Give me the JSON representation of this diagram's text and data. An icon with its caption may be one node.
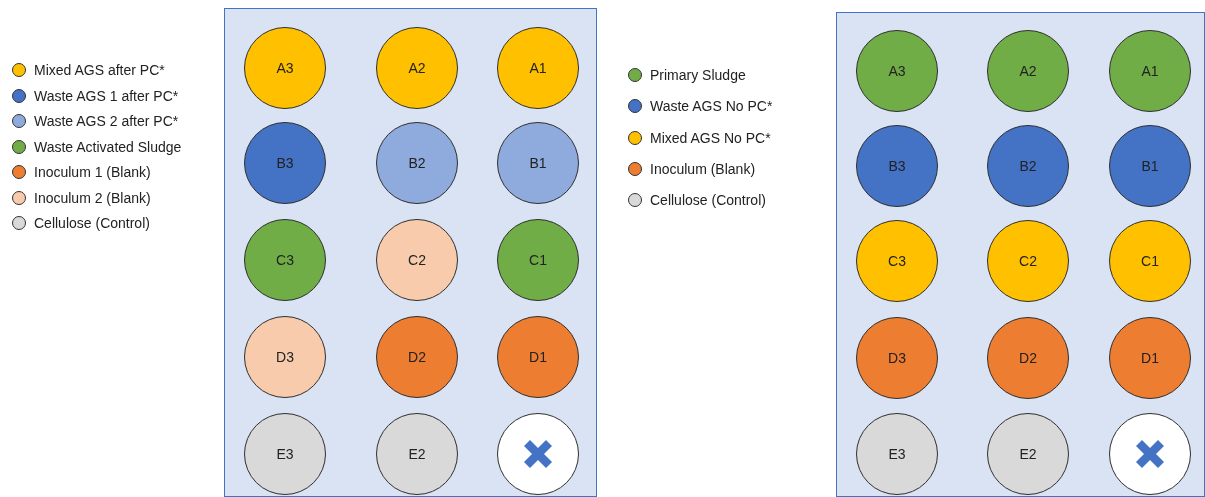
{
  "diagram": {
    "nodes": [
      {
        "text": [],
        "shape": "box"
      },
      {
        "text": [
          "A3"
        ],
        "in": 0
      },
      {
        "text": [
          "A2"
        ],
        "in": 0
      },
      {
        "text": [
          "A1"
        ],
        "in": 0
      },
      {
        "text": [
          "B3"
        ],
        "in": 0
      },
      {
        "text": [
          "B2"
        ],
        "in": 0
      },
      {
        "text": [
          "B1"
        ],
        "in": 0
      },
      {
        "text": [
          "C3"
        ],
        "in": 0
      },
      {
        "text": [
          "C2"
        ],
        "in": 0
      },
      {
        "text": [
          "C1"
        ],
        "in": 0
      },
      {
        "text": [
          "D3"
        ],
        "in": 0
      },
      {
        "text": [
          "D2"
        ],
        "in": 0
      },
      {
        "text": [
          "D1"
        ],
        "in": 0
      },
      {
        "text": [
          "E3"
        ],
        "in": 0
      },
      {
        "text": [
          "E2"
        ],
        "in": 0
      },
      {
        "text": [],
        "shape": "circle",
        "in": 0
      },
      {
        "text": [],
        "shape": "box"
      },
      {
        "text": [
          "A3"
        ],
        "in": 16
      },
      {
        "text": [
          "A2"
        ],
        "in": 16
      },
      {
        "text": [
          "A1"
        ],
        "in": 16
      },
      {
        "text": [
          "B3"
        ],
        "in": 16
      },
      {
        "text": [
          "B2"
        ],
        "in": 16
      },
      {
        "text": [
          "B1"
        ],
        "in": 16
      },
      {
        "text": [
          "C3"
        ],
        "in": 16
      },
      {
        "text": [
          "C2"
        ],
        "in": 16
      },
      {
        "text": [
          "C1"
        ],
        "in": 16
      },
      {
        "text": [
          "D3"
        ],
        "in": 16
      },
      {
        "text": [
          "D2"
        ],
        "in": 16
      },
      {
        "text": [
          "D1"
        ],
        "in": 16
      },
      {
        "text": [
          "E3"
        ],
        "in": 16
      },
      {
        "text": [
          "E2"
        ],
        "in": 16
      },
      {
        "text": [],
        "shape": "circle",
        "in": 16
      }
    ],
    "legend": [
      {
        "text": "Mixed AGS after PC*",
        "color": "#ffc000"
      },
      {
        "text": "Waste AGS 1 after PC*",
        "color": "#4472c4"
      },
      {
        "text": "Waste AGS 2 after PC*",
        "color": "#8faadc"
      },
      {
        "text": "Waste Activated Sludge",
        "color": "#70ad47"
      },
      {
        "text": "Inoculum 1 (Blank)",
        "color": "#ed7d31"
      },
      {
        "text": "Inoculum 2 (Blank)",
        "color": "#f8cbad"
      },
      {
        "text": "Cellulose (Control)",
        "color": "#d9d9d9"
      },
      {
        "text": "Primary Sludge",
        "color": "#70ad47"
      },
      {
        "text": "Waste AGS No PC*",
        "color": "#4472c4"
      },
      {
        "text": "Mixed AGS No PC*",
        "color": "#ffc000"
      },
      {
        "text": "Inoculum (Blank)",
        "color": "#ed7d31"
      },
      {
        "text": "Cellulose (Control)",
        "color": "#d9d9d9"
      }
    ]
  }
}
